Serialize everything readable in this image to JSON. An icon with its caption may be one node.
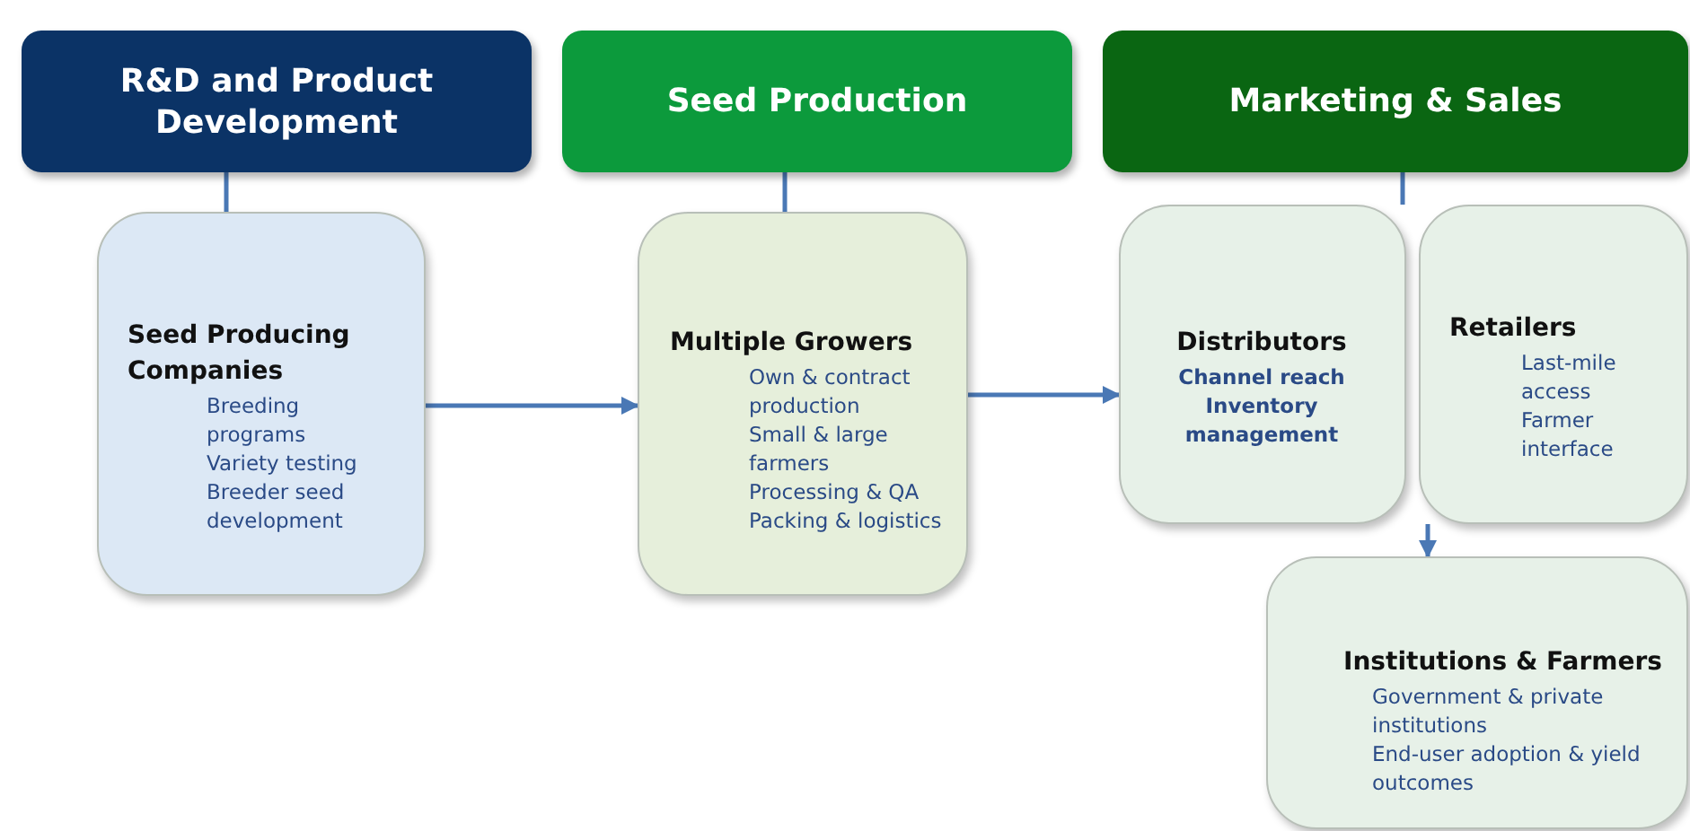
{
  "diagram": {
    "nodes": [
      {
        "text": [
          "R&D and Product Development"
        ]
      },
      {
        "text": [
          "Seed Production"
        ]
      },
      {
        "text": [
          "Marketing & Sales"
        ]
      },
      {
        "text": [
          "Seed Producing Companies",
          "Breeding programs",
          "Variety testing",
          "Breeder seed development"
        ]
      },
      {
        "text": [
          "Multiple Growers",
          "Own & contract production",
          "Small & large farmers",
          "Processing & QA",
          "Packing & logistics"
        ]
      },
      {
        "text": [
          "Distributors",
          "Channel reach",
          "Inventory management"
        ]
      },
      {
        "text": [
          "Retailers",
          "Last-mile access",
          "Farmer interface"
        ]
      },
      {
        "text": [
          "Institutions & Farmers",
          "Government & private institutions",
          "End-user adoption & yield outcomes"
        ]
      }
    ],
    "edges": [
      {
        "from": 0,
        "to": 3,
        "arrow": "none"
      },
      {
        "from": 1,
        "to": 4,
        "arrow": "none"
      },
      {
        "from": 2,
        "to": 5,
        "arrow": "none"
      },
      {
        "from": 3,
        "to": 4,
        "arrow": "to"
      },
      {
        "from": 4,
        "to": 5,
        "arrow": "to"
      },
      {
        "from": 6,
        "to": 7,
        "arrow": "to"
      }
    ]
  }
}
